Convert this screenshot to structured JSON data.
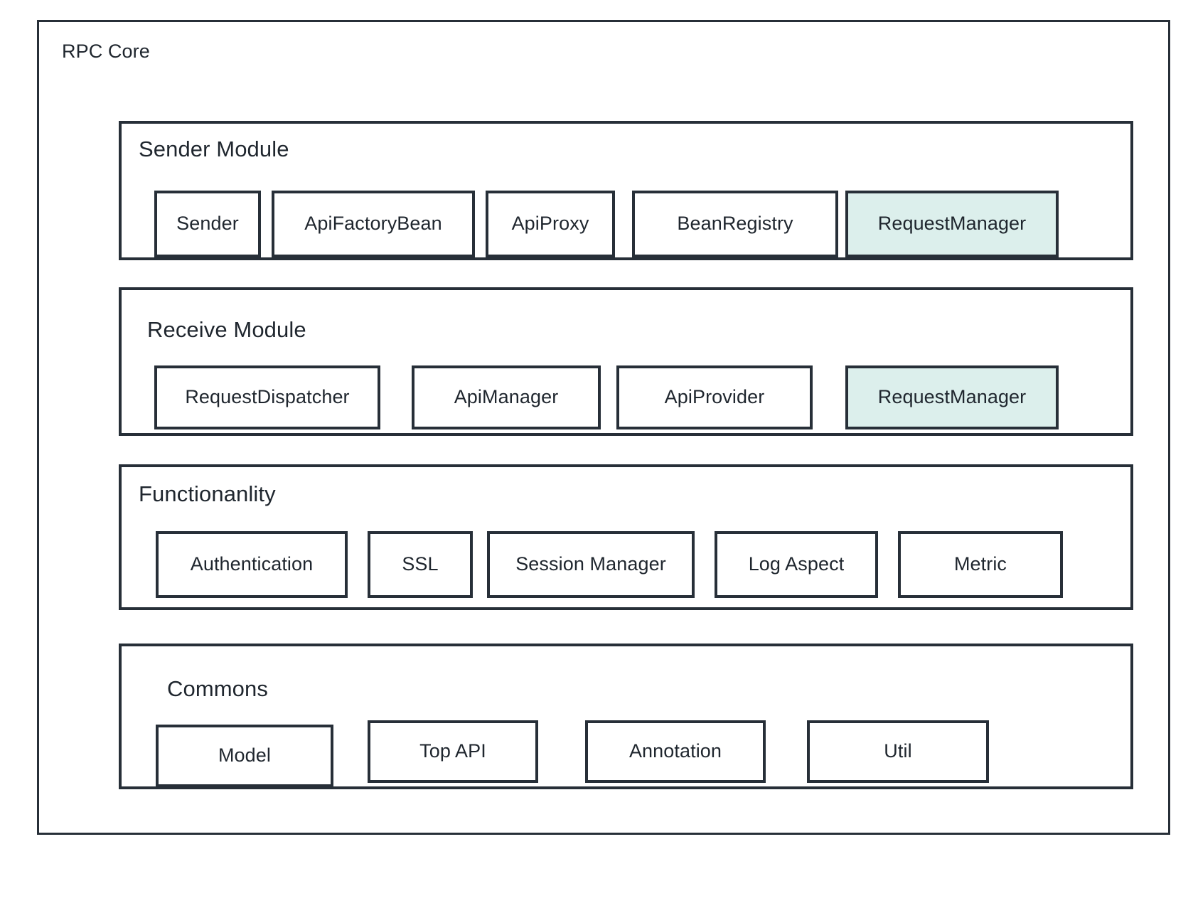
{
  "diagram": {
    "title": "RPC Core",
    "accent_highlight_color": "#dcefec",
    "stroke_color": "#272f38",
    "text_color": "#1f262e",
    "background_color": "#ffffff"
  },
  "modules": [
    {
      "id": "sender-module",
      "title": "Sender Module",
      "nodes": [
        {
          "label": "Sender",
          "highlighted": false
        },
        {
          "label": "ApiFactoryBean",
          "highlighted": false
        },
        {
          "label": "ApiProxy",
          "highlighted": false
        },
        {
          "label": "BeanRegistry",
          "highlighted": false
        },
        {
          "label": "RequestManager",
          "highlighted": true
        }
      ]
    },
    {
      "id": "receive-module",
      "title": "Receive Module",
      "nodes": [
        {
          "label": "RequestDispatcher",
          "highlighted": false
        },
        {
          "label": "ApiManager",
          "highlighted": false
        },
        {
          "label": "ApiProvider",
          "highlighted": false
        },
        {
          "label": "RequestManager",
          "highlighted": true
        }
      ]
    },
    {
      "id": "functionanlity-module",
      "title": "Functionanlity",
      "nodes": [
        {
          "label": "Authentication",
          "highlighted": false
        },
        {
          "label": "SSL",
          "highlighted": false
        },
        {
          "label": "Session Manager",
          "highlighted": false
        },
        {
          "label": "Log Aspect",
          "highlighted": false
        },
        {
          "label": "Metric",
          "highlighted": false
        }
      ]
    },
    {
      "id": "commons-module",
      "title": "Commons",
      "nodes": [
        {
          "label": "Model",
          "highlighted": false
        },
        {
          "label": "Top API",
          "highlighted": false
        },
        {
          "label": "Annotation",
          "highlighted": false
        },
        {
          "label": "Util",
          "highlighted": false
        }
      ]
    }
  ]
}
